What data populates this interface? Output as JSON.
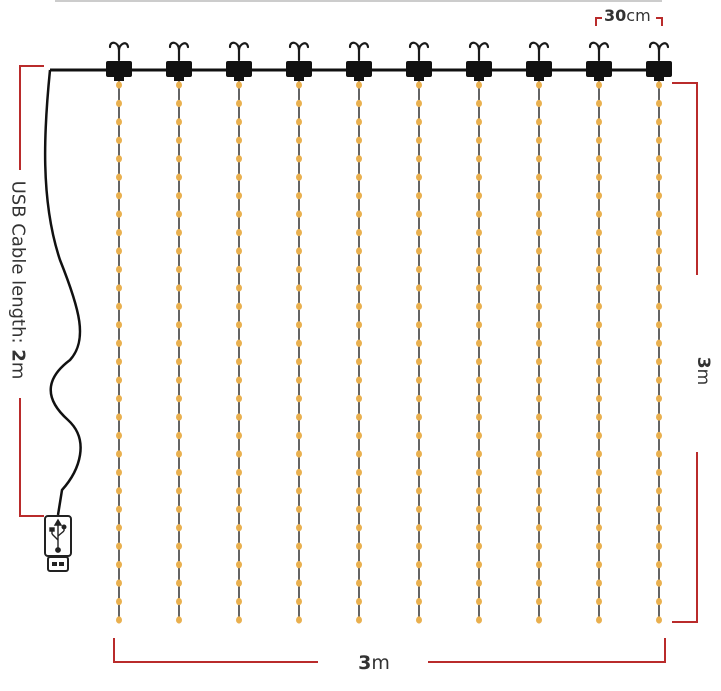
{
  "diagram": {
    "strand_count": 10,
    "spacing_label": {
      "value": "30",
      "unit": "cm"
    },
    "height_label": {
      "value": "3",
      "unit": "m"
    },
    "width_label": {
      "value": "3",
      "unit": "m"
    },
    "cable_label": {
      "prefix": "USB Cable length: ",
      "value": "2",
      "unit": "m"
    },
    "colors": {
      "bracket": "#b92b2b",
      "bulb": "#e9b04f",
      "wire": "#111111",
      "hook": "#1a1a1a"
    },
    "icons": [
      "hook-icon",
      "usb-plug-icon",
      "usb-symbol-icon"
    ]
  }
}
